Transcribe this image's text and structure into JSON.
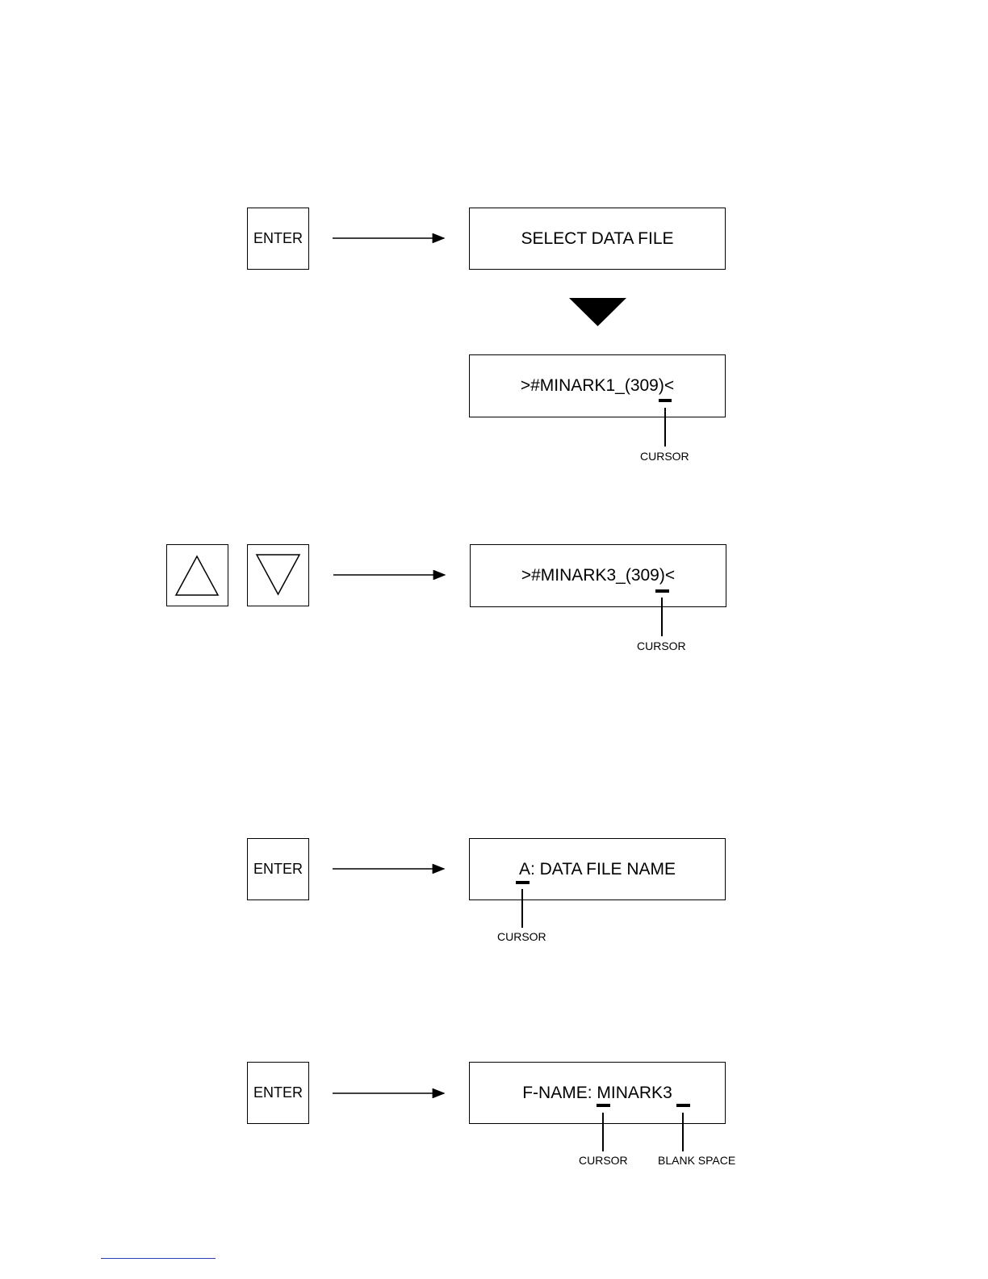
{
  "step1": {
    "key_label": "ENTER",
    "display_text": "SELECT DATA FILE"
  },
  "step1b": {
    "display_text": ">#MINARK1_(309)<",
    "cursor_label": "CURSOR"
  },
  "step2": {
    "up_key_icon": "triangle-up-icon",
    "down_key_icon": "triangle-down-icon",
    "display_text": ">#MINARK3_(309)<",
    "cursor_label": "CURSOR"
  },
  "step3": {
    "key_label": "ENTER",
    "display_text": "A: DATA FILE NAME",
    "cursor_label": "CURSOR"
  },
  "step4": {
    "key_label": "ENTER",
    "display_text": "F-NAME: MINARK3",
    "cursor_label": "CURSOR",
    "blank_label": "BLANK SPACE"
  }
}
